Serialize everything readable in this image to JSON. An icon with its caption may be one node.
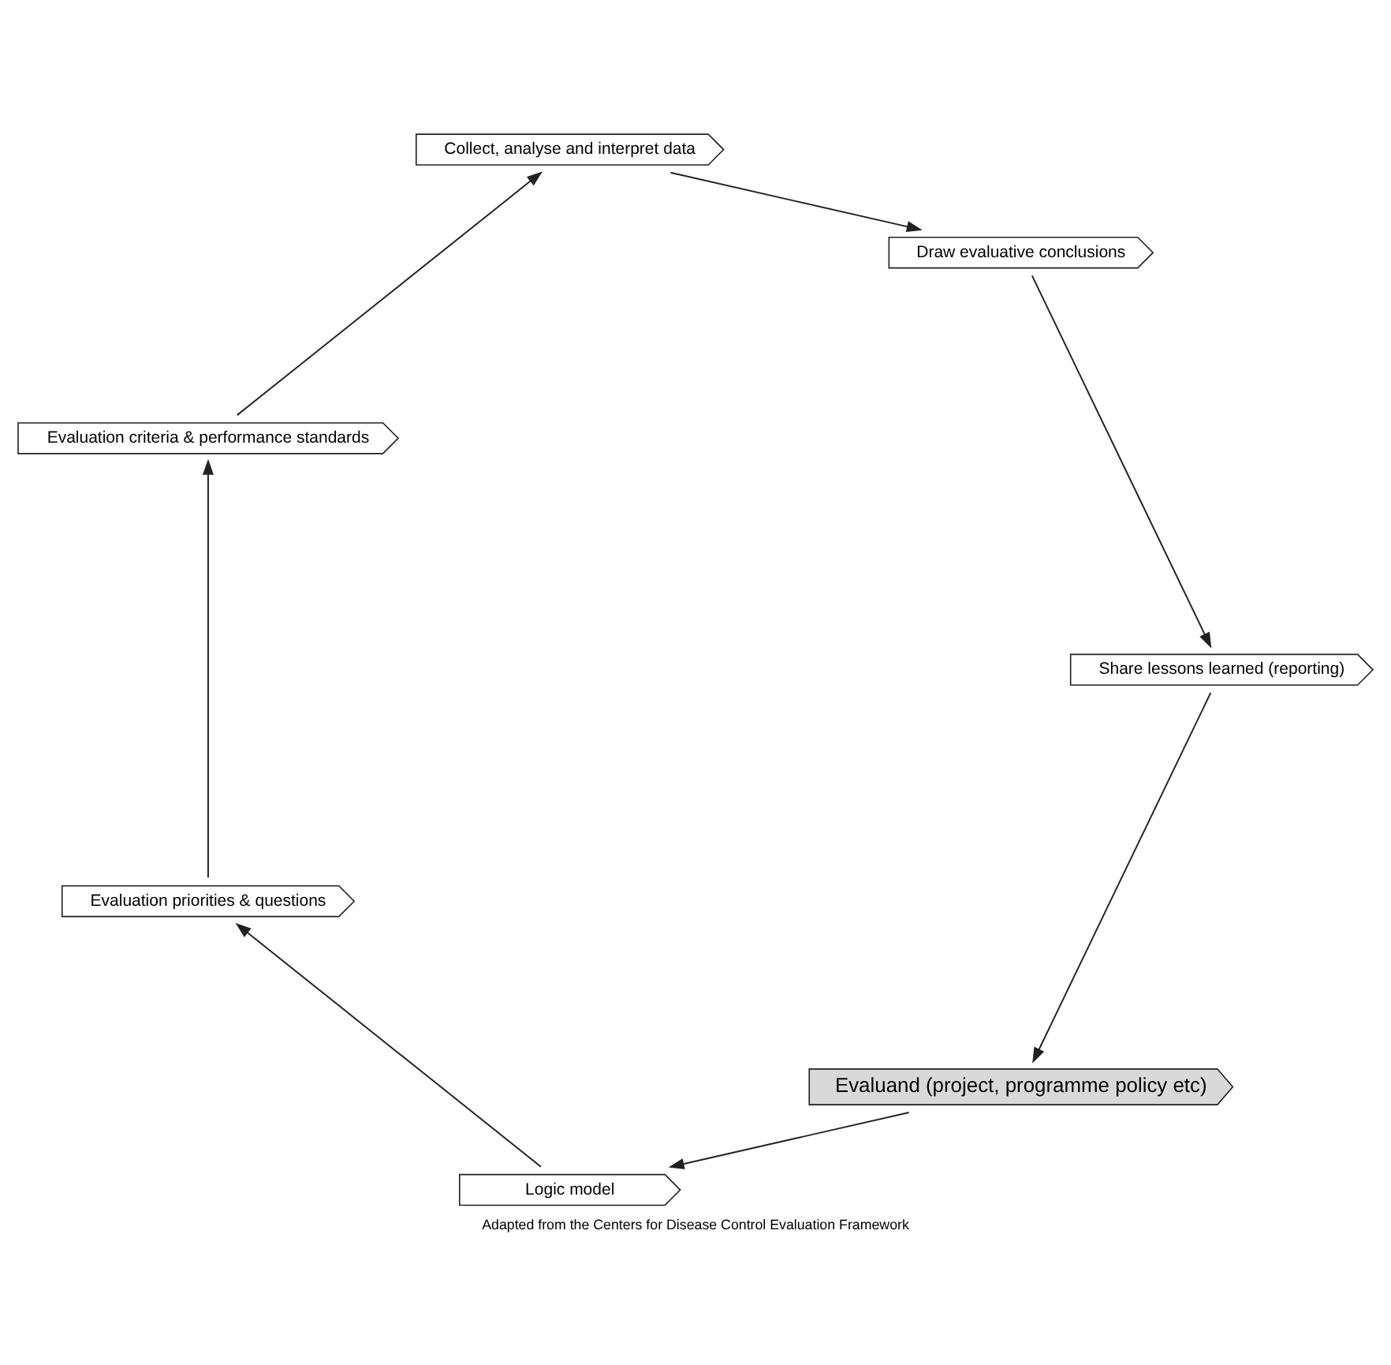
{
  "diagram": {
    "caption": "Adapted from the Centers for Disease Control Evaluation Framework",
    "nodes": [
      {
        "text": [
          "Evaluand (project, programme policy etc)"
        ]
      },
      {
        "text": [
          "Logic model"
        ]
      },
      {
        "text": [
          "Evaluation priorities & questions"
        ]
      },
      {
        "text": [
          "Evaluation criteria & performance standards"
        ]
      },
      {
        "text": [
          "Collect, analyse and interpret data"
        ]
      },
      {
        "text": [
          "Draw evaluative conclusions"
        ]
      },
      {
        "text": [
          "Share lessons learned (reporting)"
        ]
      }
    ],
    "edges": [
      {
        "from": 0,
        "to": 1,
        "arrow": "to"
      },
      {
        "from": 1,
        "to": 2,
        "arrow": "to"
      },
      {
        "from": 2,
        "to": 3,
        "arrow": "to"
      },
      {
        "from": 3,
        "to": 4,
        "arrow": "to"
      },
      {
        "from": 4,
        "to": 5,
        "arrow": "to"
      },
      {
        "from": 5,
        "to": 6,
        "arrow": "to"
      },
      {
        "from": 6,
        "to": 0,
        "arrow": "to"
      }
    ]
  }
}
